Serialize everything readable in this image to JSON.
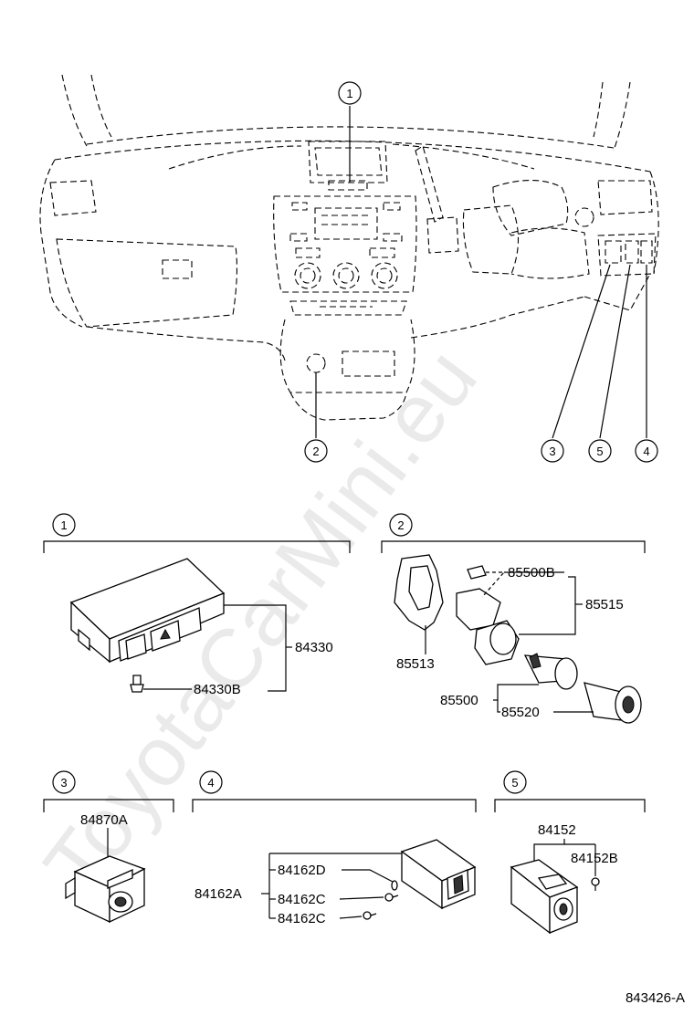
{
  "watermark": "ToyotaCarMini.eu",
  "callouts": {
    "c1": "1",
    "c2": "2",
    "c3": "3",
    "c4": "4",
    "c5": "5"
  },
  "sections": {
    "s1": "1",
    "s2": "2",
    "s3": "3",
    "s4": "4",
    "s5": "5"
  },
  "parts": {
    "p84330": "84330",
    "p84330B": "84330B",
    "p85500B": "85500B",
    "p85515": "85515",
    "p85513": "85513",
    "p85500": "85500",
    "p85520": "85520",
    "p84870A": "84870A",
    "p84162D": "84162D",
    "p84162A": "84162A",
    "p84162C_1": "84162C",
    "p84162C_2": "84162C",
    "p84152": "84152",
    "p84152B": "84152B"
  },
  "diagram_id": "843426-A"
}
